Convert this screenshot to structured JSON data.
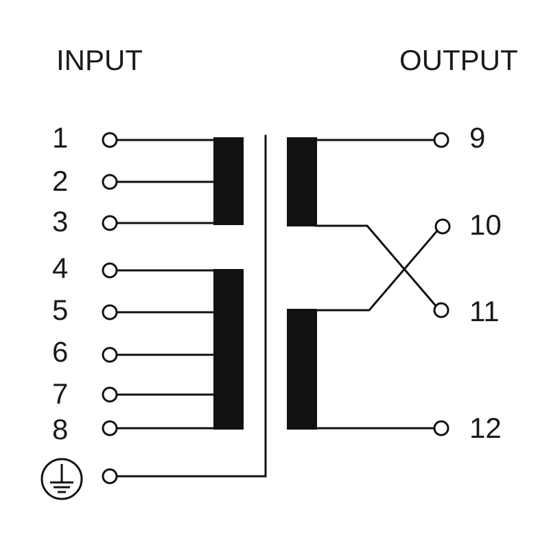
{
  "input_label": "INPUT",
  "output_label": "OUTPUT",
  "input_pins": [
    "1",
    "2",
    "3",
    "4",
    "5",
    "6",
    "7",
    "8"
  ],
  "output_pins": [
    "9",
    "10",
    "11",
    "12"
  ],
  "ground_icon": "protective-earth-icon"
}
